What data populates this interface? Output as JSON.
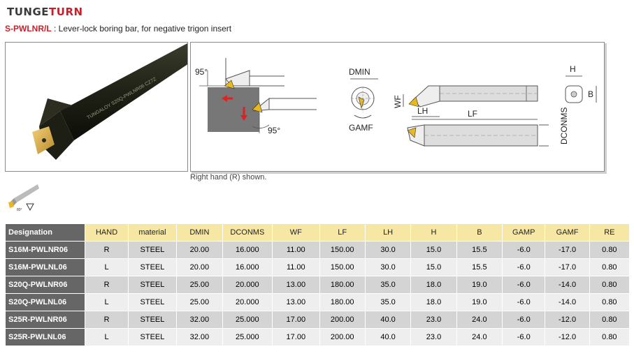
{
  "brand": {
    "part1": "TUNGE",
    "part2": "TURN"
  },
  "header": {
    "code": "S-PWLNR/L",
    "separator": " : ",
    "description": "Lever-lock boring bar, for negative trigon insert"
  },
  "tool_marking": "TUNGALOY   S20Q-PWLNR06   CZ7Z",
  "drawing": {
    "angle_top": "95°",
    "angle_bottom": "95°",
    "dmin": "DMIN",
    "gamf": "GAMF",
    "wf": "WF",
    "lh": "LH",
    "lf": "LF",
    "dconms": "DCONMS",
    "h": "H",
    "b": "B"
  },
  "note": "Right hand (R) shown.",
  "thumb_label": "80°",
  "table": {
    "headers": [
      "Designation",
      "HAND",
      "material",
      "DMIN",
      "DCONMS",
      "WF",
      "LF",
      "LH",
      "H",
      "B",
      "GAMP",
      "GAMF",
      "RE"
    ],
    "rows": [
      [
        "S16M-PWLNR06",
        "R",
        "STEEL",
        "20.00",
        "16.000",
        "11.00",
        "150.00",
        "30.0",
        "15.0",
        "15.5",
        "-6.0",
        "-17.0",
        "0.80"
      ],
      [
        "S16M-PWLNL06",
        "L",
        "STEEL",
        "20.00",
        "16.000",
        "11.00",
        "150.00",
        "30.0",
        "15.0",
        "15.5",
        "-6.0",
        "-17.0",
        "0.80"
      ],
      [
        "S20Q-PWLNR06",
        "R",
        "STEEL",
        "25.00",
        "20.000",
        "13.00",
        "180.00",
        "35.0",
        "18.0",
        "19.0",
        "-6.0",
        "-14.0",
        "0.80"
      ],
      [
        "S20Q-PWLNL06",
        "L",
        "STEEL",
        "25.00",
        "20.000",
        "13.00",
        "180.00",
        "35.0",
        "18.0",
        "19.0",
        "-6.0",
        "-14.0",
        "0.80"
      ],
      [
        "S25R-PWLNR06",
        "R",
        "STEEL",
        "32.00",
        "25.000",
        "17.00",
        "200.00",
        "40.0",
        "23.0",
        "24.0",
        "-6.0",
        "-12.0",
        "0.80"
      ],
      [
        "S25R-PWLNL06",
        "L",
        "STEEL",
        "32.00",
        "25.000",
        "17.00",
        "200.00",
        "40.0",
        "23.0",
        "24.0",
        "-6.0",
        "-12.0",
        "0.80"
      ]
    ]
  },
  "colors": {
    "brand_red": "#c8202a",
    "header_yellow": "#f7e7a4",
    "designation_gray": "#666666",
    "insert_gold": "#e8b820"
  }
}
